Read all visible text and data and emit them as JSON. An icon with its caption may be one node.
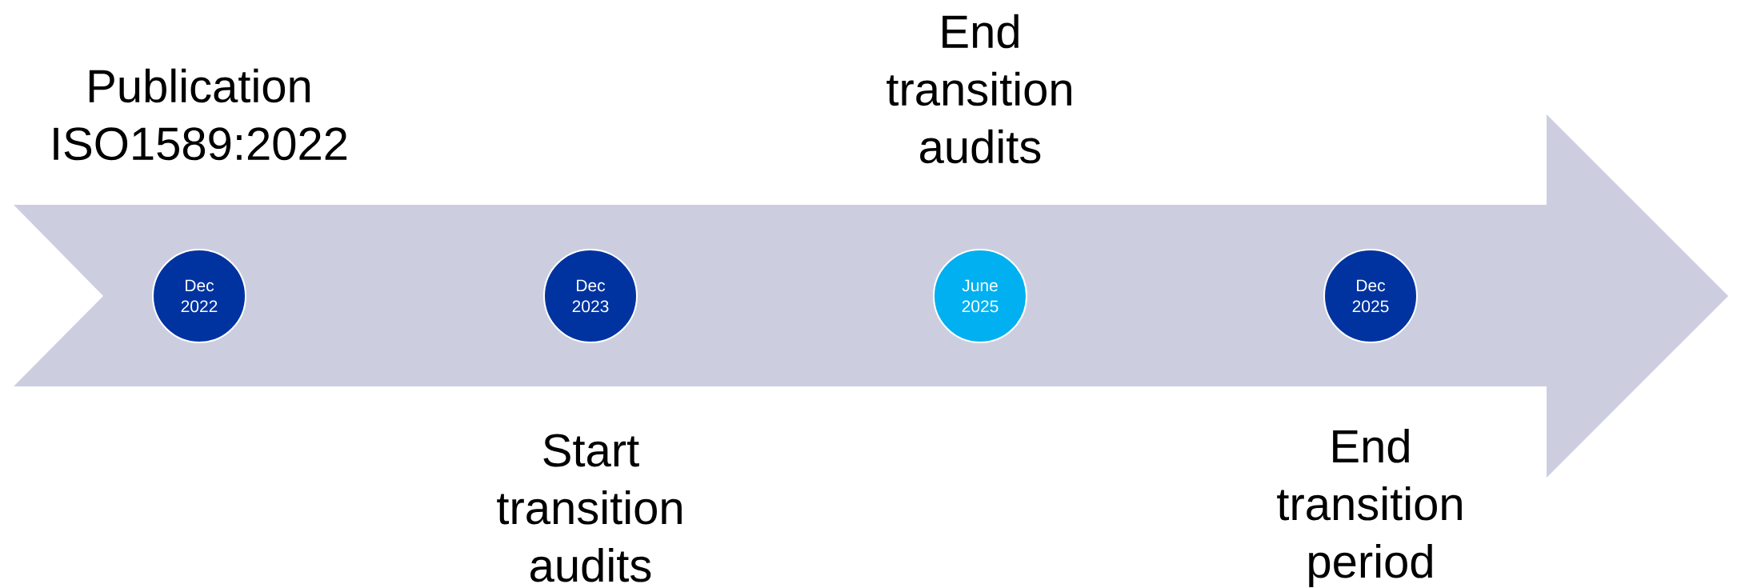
{
  "diagram": {
    "nodes": [
      {
        "text": [],
        "shape": "arrow"
      },
      {
        "text": [
          "Dec 2022"
        ],
        "in": 0,
        "beside": [
          "Publication ISO1589:2022"
        ]
      },
      {
        "text": [
          "Dec 2023"
        ],
        "in": 0,
        "beside": [
          "Start transition audits"
        ]
      },
      {
        "text": [
          "June 2025"
        ],
        "in": 0,
        "beside": [
          "End transition audits"
        ]
      },
      {
        "text": [
          "Dec 2025"
        ],
        "in": 0,
        "beside": [
          "End transition period"
        ]
      }
    ]
  }
}
